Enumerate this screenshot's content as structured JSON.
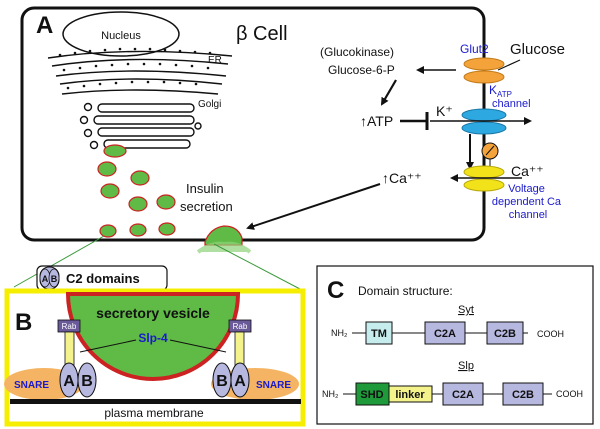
{
  "panel_a": {
    "letter": "A",
    "cell_title": "β Cell",
    "nucleus": "Nucleus",
    "er": "ER",
    "golgi": "Golgi",
    "glucokinase": "(Glucokinase)",
    "g6p": "Glucose-6-P",
    "glut2": "Glut2",
    "glucose": "Glucose",
    "katp_main": "K",
    "katp_sub": "ATP",
    "katp_channel": "channel",
    "atp": "↑ATP",
    "kplus": "K⁺",
    "ca_in": "↑Ca⁺⁺",
    "ca_out": "Ca⁺⁺",
    "vdcc_line1": "Voltage",
    "vdcc_line2": "dependent Ca",
    "vdcc_line3": "channel",
    "insulin_line1": "Insulin",
    "insulin_line2": "secretion"
  },
  "legend": {
    "domain_a": "A",
    "domain_b": "B",
    "label": "C2 domains"
  },
  "panel_b": {
    "letter": "B",
    "vesicle": "secretory vesicle",
    "slp4": "Slp-4",
    "rab": "Rab",
    "snare": "SNARE",
    "domain_a": "A",
    "domain_b": "B",
    "membrane": "plasma membrane"
  },
  "panel_c": {
    "letter": "C",
    "title": "Domain structure:",
    "syt_name": "Syt",
    "slp_name": "Slp",
    "nh2": "NH₂",
    "cooh": "COOH",
    "tm": "TM",
    "c2a": "C2A",
    "c2b": "C2B",
    "shd": "SHD",
    "linker": "linker"
  },
  "colors": {
    "vesicle_fill": "#5fba46",
    "vesicle_edge": "#cc2222",
    "glut2": "#f3a33a",
    "katp": "#2ea8e0",
    "vdcc": "#f2e21a",
    "blue_text": "#1a1acc",
    "panel_b_frame": "#f5ee00",
    "snare": "#f5b463",
    "c2_domain": "#b7b8e0",
    "tm": "#c6ecee",
    "shd": "#1f9a3a",
    "linker": "#f4f28a"
  }
}
